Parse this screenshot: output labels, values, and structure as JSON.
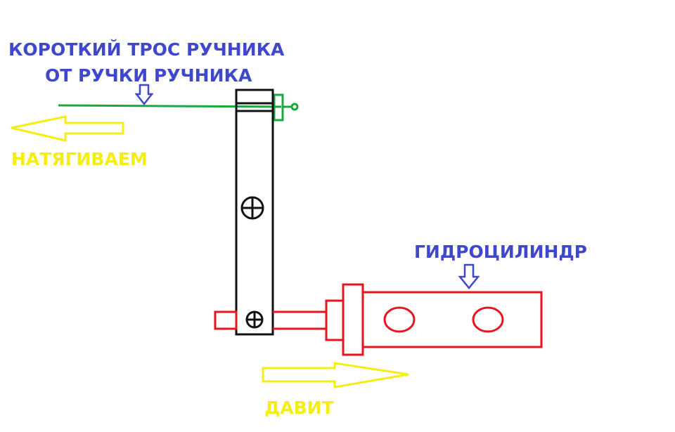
{
  "labels": {
    "cable_line1": "КОРОТКИЙ ТРОС РУЧНИКА",
    "cable_line2": "ОТ РУЧКИ РУЧНИКА",
    "pull": "НАТЯГИВАЕМ",
    "cylinder": "ГИДРОЦИЛИНДР",
    "push": "ДАВИТ"
  },
  "colors": {
    "blue": "#3f48cc",
    "yellow": "#f5ee14",
    "green": "#1ba83c",
    "red": "#e8141e",
    "black": "#111111"
  }
}
